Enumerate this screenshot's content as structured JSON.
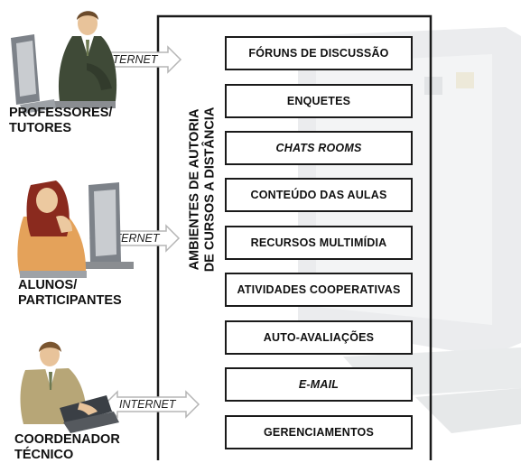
{
  "container_title": [
    "AMBIENTES DE AUTORIA",
    "DE CURSOS A DISTÂNCIA"
  ],
  "boxes": [
    {
      "label": "FÓRUNS DE DISCUSSÃO",
      "italic": false
    },
    {
      "label": "ENQUETES",
      "italic": false
    },
    {
      "label": "CHATS ROOMS",
      "italic": true
    },
    {
      "label": "CONTEÚDO DAS AULAS",
      "italic": false
    },
    {
      "label": "RECURSOS MULTIMÍDIA",
      "italic": false
    },
    {
      "label": "ATIVIDADES COOPERATIVAS",
      "italic": false
    },
    {
      "label": "AUTO-AVALIAÇÕES",
      "italic": false
    },
    {
      "label": "E-MAIL",
      "italic": true
    },
    {
      "label": "GERENCIAMENTOS",
      "italic": false
    }
  ],
  "actors": [
    {
      "lines": [
        "PROFESSORES/",
        "TUTORES"
      ],
      "arrow_label": "INTERNET"
    },
    {
      "lines": [
        "ALUNOS/",
        "PARTICIPANTES"
      ],
      "arrow_label": "INTERNET"
    },
    {
      "lines": [
        "COORDENADOR",
        "TÉCNICO"
      ],
      "arrow_label": "INTERNET"
    }
  ],
  "colors": {
    "border": "#1a1a1a",
    "arrow_fill": "#ffffff",
    "arrow_stroke": "#b5b5b5",
    "suit_dark": "#3f4a37",
    "suit_tan": "#b7a677",
    "monitor": "#c9ccd0"
  }
}
